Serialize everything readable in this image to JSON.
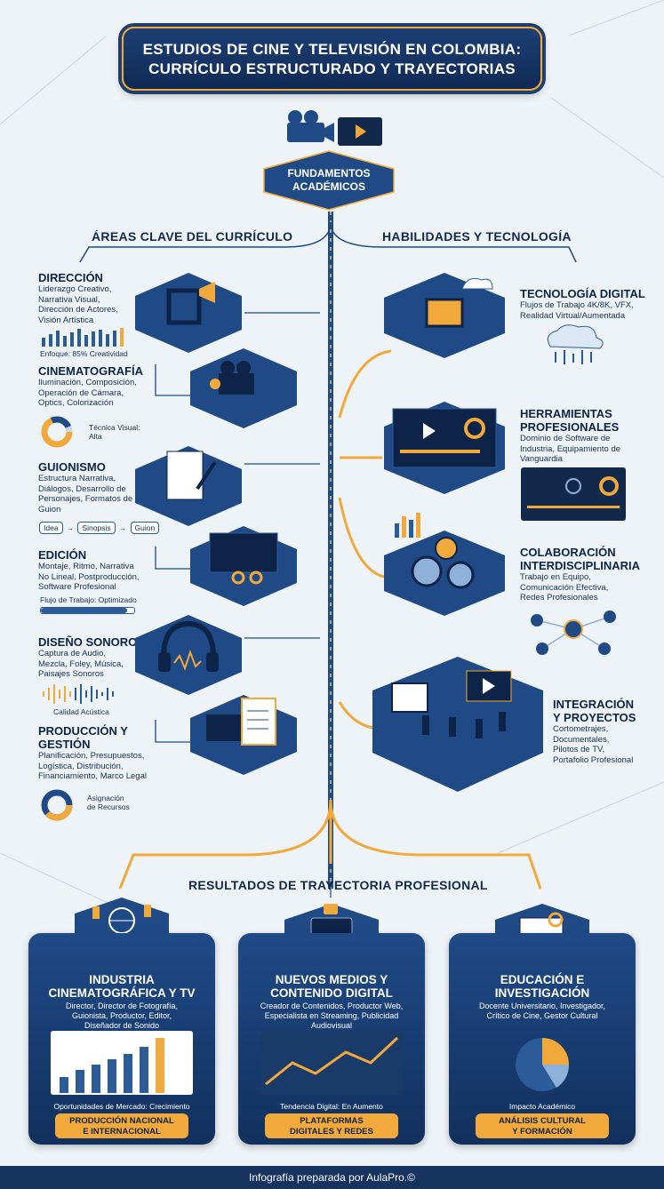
{
  "title_line1": "ESTUDIOS DE CINE Y TELEVISIÓN EN COLOMBIA:",
  "title_line2": "CURRÍCULO ESTRUCTURADO Y TRAYECTORIAS",
  "center_node_line1": "FUNDAMENTOS",
  "center_node_line2": "ACADÉMICOS",
  "left_heading": "ÁREAS CLAVE DEL CURRÍCULO",
  "right_heading": "HABILIDADES Y TECNOLOGÍA",
  "areas": [
    {
      "title": "DIRECCIÓN",
      "desc": [
        "Liderazgo Creativo,",
        "Narrativa Visual,",
        "Dirección de Actores,",
        "Visión Artística"
      ],
      "caption": "Enfoque: 85% Creatividad"
    },
    {
      "title": "CINEMATOGRAFÍA",
      "desc": [
        "Iluminación, Composición,",
        "Operación de Cámara,",
        "Optics, Colorización"
      ],
      "caption_line1": "Técnica Visual:",
      "caption_line2": "Alta"
    },
    {
      "title": "GUIONISMO",
      "desc": [
        "Estructura Narrativa,",
        "Diálogos, Desarrollo de",
        "Personajes, Formatos de",
        "Guion"
      ],
      "flow": [
        "Idea",
        "Sinopsis",
        "Guion"
      ]
    },
    {
      "title": "EDICIÓN",
      "desc": [
        "Montaje, Ritmo, Narrativa",
        "No Lineal, Postproducción,",
        "Software Profesional"
      ],
      "caption": "Flujo de Trabajo: Optimizado"
    },
    {
      "title": "DISEÑO SONORO",
      "desc": [
        "Captura de Audio,",
        "Mezcla, Foley, Música,",
        "Paisajes Sonoros"
      ],
      "caption": "Calidad Acústica"
    },
    {
      "title": "PRODUCCIÓN Y",
      "title2": "GESTIÓN",
      "desc": [
        "Planificación, Presupuestos,",
        "Logística, Distribución,",
        "Financiamiento, Marco Legal"
      ],
      "caption_line1": "Asignación",
      "caption_line2": "de Recursos"
    }
  ],
  "skills": [
    {
      "title": "TECNOLOGÍA DIGITAL",
      "desc": [
        "Flujos de Trabajo 4K/8K, VFX,",
        "Realidad Virtual/Aumentada"
      ]
    },
    {
      "title": "HERRAMIENTAS",
      "title2": "PROFESIONALES",
      "desc": [
        "Dominio de Software de",
        "Industria, Equipamiento de",
        "Vanguardia"
      ]
    },
    {
      "title": "COLABORACIÓN",
      "title2": "INTERDISCIPLINARIA",
      "desc": [
        "Trabajo en Equipo,",
        "Comunicación Efectiva,",
        "Redes Profesionales"
      ]
    },
    {
      "title": "INTEGRACIÓN",
      "title2": "Y PROYECTOS",
      "desc": [
        "Cortometrajes,",
        "Documentales,",
        "Pilotos de TV,",
        "Portafolio Profesional"
      ]
    }
  ],
  "results_heading": "RESULTADOS DE TRAYECTORIA PROFESIONAL",
  "results": [
    {
      "title1": "INDUSTRIA",
      "title2": "CINEMATOGRÁFICA Y TV",
      "desc": [
        "Director, Director de Fotografía,",
        "Guionista, Productor, Editor,",
        "Diseñador de Sonido"
      ],
      "caption": "Oportunidades de Mercado: Crecimiento",
      "button1": "PRODUCCIÓN NACIONAL",
      "button2": "E INTERNACIONAL"
    },
    {
      "title1": "NUEVOS MEDIOS Y",
      "title2": "CONTENIDO DIGITAL",
      "desc": [
        "Creador de Contenidos, Productor Web,",
        "Especialista en Streaming, Publicidad",
        "Audiovisual"
      ],
      "caption": "Tendencia Digital: En Aumento",
      "button1": "PLATAFORMAS",
      "button2": "DIGITALES Y REDES"
    },
    {
      "title1": "EDUCACIÓN E",
      "title2": "INVESTIGACIÓN",
      "desc": [
        "Docente Universitario, Investigador,",
        "Crítico de Cine, Gestor Cultural"
      ],
      "caption": "Impacto Académico",
      "button1": "ANÁLISIS CULTURAL",
      "button2": "Y FORMACIÓN"
    }
  ],
  "footer": "Infografía preparada por AulaPro.©",
  "colors": {
    "navy": "#13294b",
    "blue": "#1f4a86",
    "orange": "#f2a93b"
  }
}
